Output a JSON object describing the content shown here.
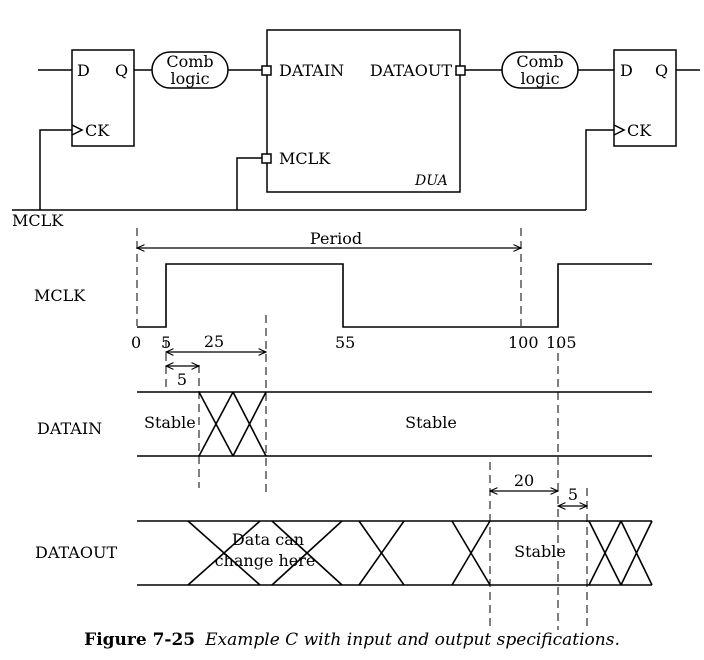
{
  "circuit": {
    "ff_left": {
      "d": "D",
      "q": "Q",
      "ck": "CK"
    },
    "comb_left": {
      "line1": "Comb",
      "line2": "logic"
    },
    "dua": {
      "datain": "DATAIN",
      "dataout": "DATAOUT",
      "mclk": "MCLK",
      "name": "DUA"
    },
    "comb_right": {
      "line1": "Comb",
      "line2": "logic"
    },
    "ff_right": {
      "d": "D",
      "q": "Q",
      "ck": "CK"
    },
    "mclk_net": "MCLK"
  },
  "timing": {
    "period_label": "Period",
    "signals": {
      "mclk": "MCLK",
      "datain": "DATAIN",
      "dataout": "DATAOUT"
    },
    "ticks": [
      "0",
      "5",
      "55",
      "100",
      "105"
    ],
    "datain_dims": {
      "span_25": "25",
      "span_5": "5"
    },
    "dataout_dims": {
      "span_20": "20",
      "span_5": "5"
    },
    "datain_stable_left": "Stable",
    "datain_stable_right": "Stable",
    "dataout_change": {
      "line1": "Data can",
      "line2": "change here"
    },
    "dataout_stable": "Stable"
  },
  "caption": {
    "label": "Figure 7-25",
    "text": "Example C with input and output specifications."
  }
}
